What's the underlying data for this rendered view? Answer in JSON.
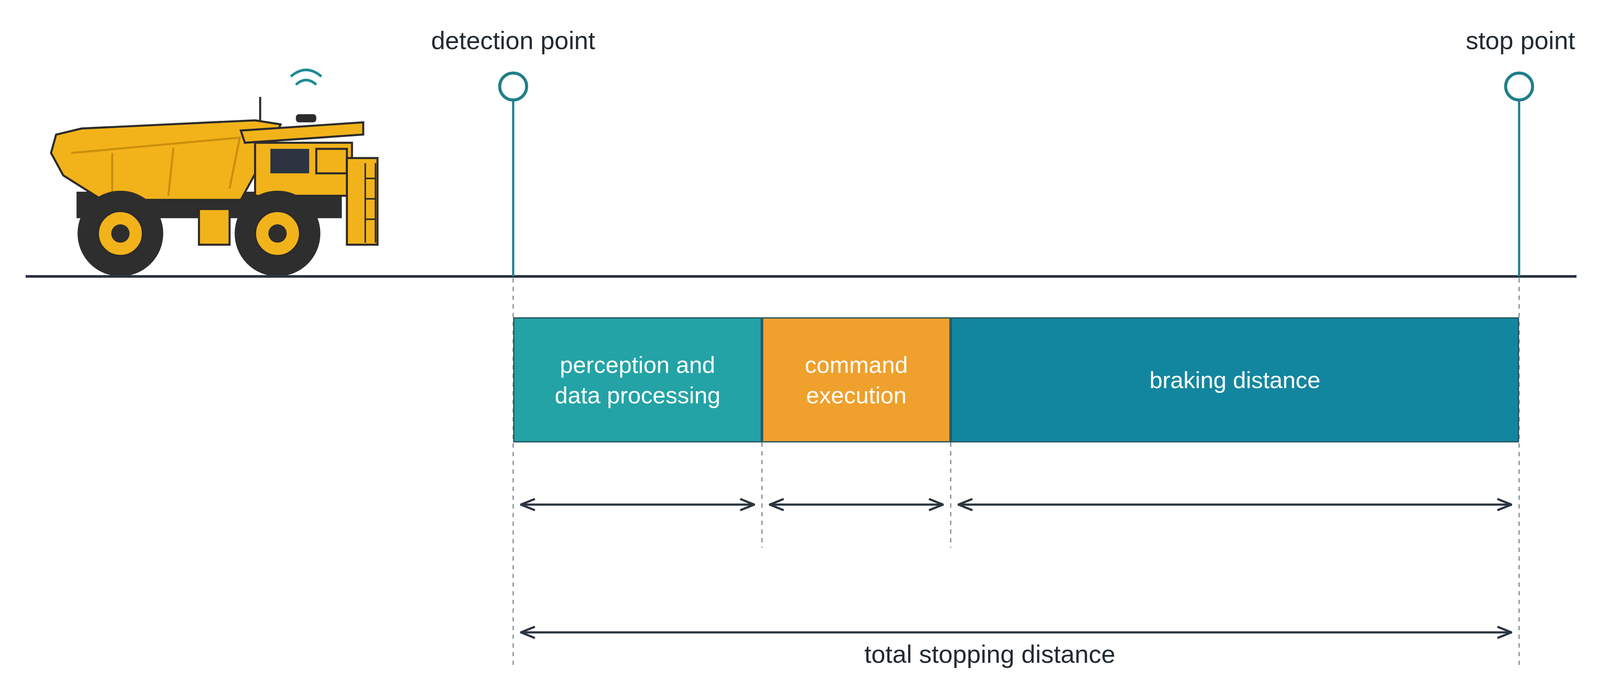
{
  "diagram": {
    "nodes": [
      {
        "text": [
          "perception and data processing"
        ]
      },
      {
        "text": [
          "command execution"
        ]
      },
      {
        "text": [
          "braking distance"
        ]
      }
    ],
    "labels": [
      "detection point",
      "stop point",
      "total stopping distance"
    ]
  }
}
